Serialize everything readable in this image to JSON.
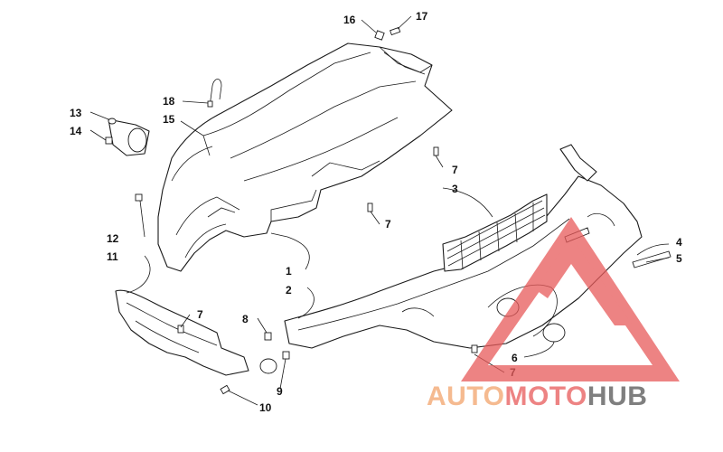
{
  "callouts": [
    {
      "id": "c1",
      "text": "1"
    },
    {
      "id": "c2",
      "text": "2"
    },
    {
      "id": "c3",
      "text": "3"
    },
    {
      "id": "c4",
      "text": "4"
    },
    {
      "id": "c5",
      "text": "5"
    },
    {
      "id": "c6",
      "text": "6"
    },
    {
      "id": "c7a",
      "text": "7"
    },
    {
      "id": "c7b",
      "text": "7"
    },
    {
      "id": "c7c",
      "text": "7"
    },
    {
      "id": "c7d",
      "text": "7"
    },
    {
      "id": "c8",
      "text": "8"
    },
    {
      "id": "c9",
      "text": "9"
    },
    {
      "id": "c10",
      "text": "10"
    },
    {
      "id": "c11",
      "text": "11"
    },
    {
      "id": "c12",
      "text": "12"
    },
    {
      "id": "c13",
      "text": "13"
    },
    {
      "id": "c14",
      "text": "14"
    },
    {
      "id": "c15",
      "text": "15"
    },
    {
      "id": "c16",
      "text": "16"
    },
    {
      "id": "c17",
      "text": "17"
    },
    {
      "id": "c18",
      "text": "18"
    }
  ],
  "watermark": {
    "part1": "AUTO",
    "part2": "MOTO",
    "part3": "HUB",
    "color_orange": "#f2a36b",
    "color_red": "#e85a5a",
    "color_gray": "#555555"
  }
}
